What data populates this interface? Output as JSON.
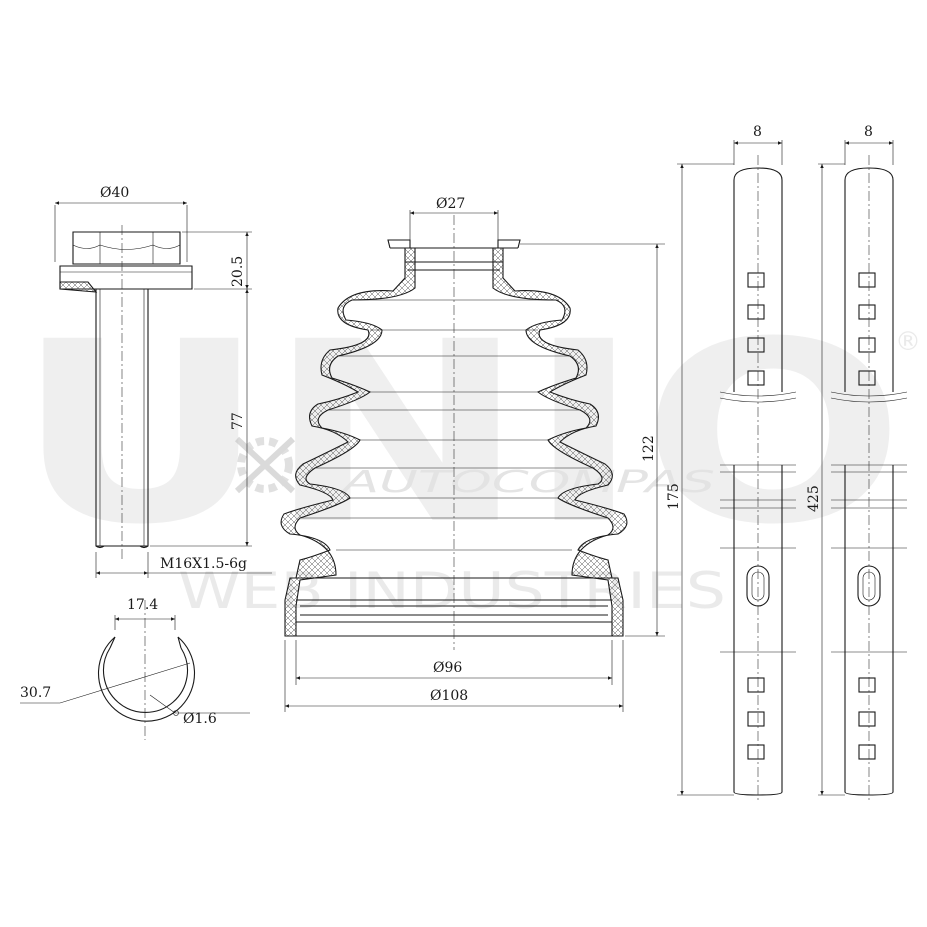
{
  "watermark": {
    "brand": "UNIO",
    "registered": "®",
    "line1": "AUTOCOMPAS",
    "line2": "WEB INDUSTRIES"
  },
  "bolt": {
    "head_diameter": "Ø40",
    "head_height": "20.5",
    "shank_length": "77",
    "thread": "M16X1.5-6g"
  },
  "ring": {
    "width": "17.4",
    "diameter": "30.7",
    "wire": "Ø1.6"
  },
  "boot": {
    "small_diameter": "Ø27",
    "inner_large_diameter": "Ø96",
    "outer_large_diameter": "Ø108",
    "height": "122"
  },
  "clamps": [
    {
      "width": "8",
      "length": "175"
    },
    {
      "width": "8",
      "length": "425"
    }
  ]
}
